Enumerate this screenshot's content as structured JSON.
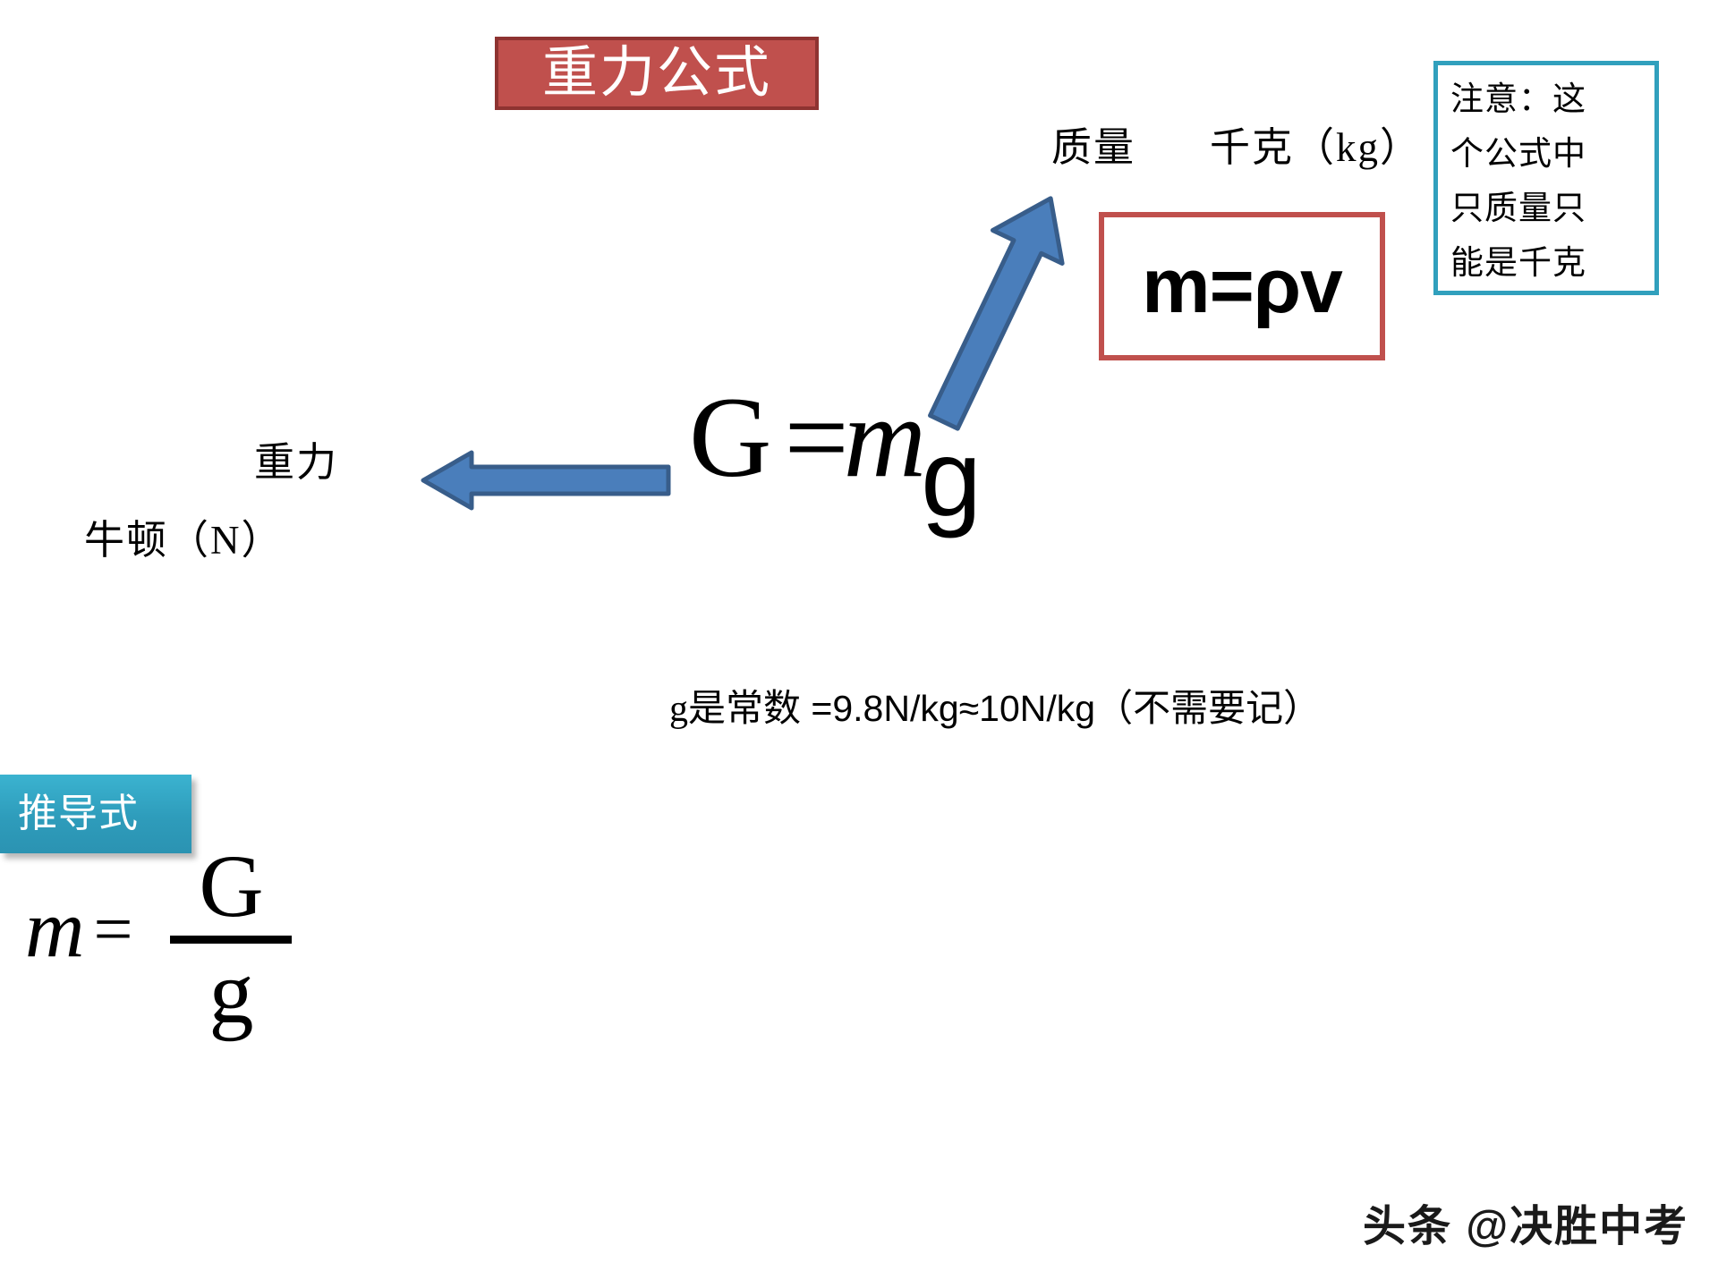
{
  "title": {
    "text": "重力公式",
    "bg_color": "#c0504d",
    "border_color": "#8e3331"
  },
  "note_box": {
    "border_color": "#31a0bd",
    "lines": [
      "注意：这",
      "个公式中",
      "只质量只",
      "能是千克"
    ]
  },
  "mass_formula_box": {
    "text": "m=ρv",
    "border_color": "#c0504d"
  },
  "labels": {
    "mass": "质量",
    "mass_unit": "千克（kg）",
    "gravity": "重力",
    "gravity_unit": "牛顿（N）"
  },
  "main_formula": {
    "lhs": "G",
    "equals": "=",
    "mass_symbol": "m",
    "gravity_constant": "g"
  },
  "constant_note": {
    "prefix": "g是常数",
    "value": " =9.8N/kg≈10N/kg",
    "suffix": "（不需要记）"
  },
  "derived": {
    "badge_label": "推导式",
    "badge_color": "#2e9cbb",
    "lhs": "m",
    "equals": "=",
    "numerator": "G",
    "denominator": "g"
  },
  "watermark": {
    "text": "头条 @决胜中考"
  },
  "arrows": {
    "fill_color": "#4a7ebb",
    "stroke_color": "#385d8a",
    "left_arrow_name": "gravity-arrow",
    "diagonal_arrow_name": "mass-arrow"
  }
}
